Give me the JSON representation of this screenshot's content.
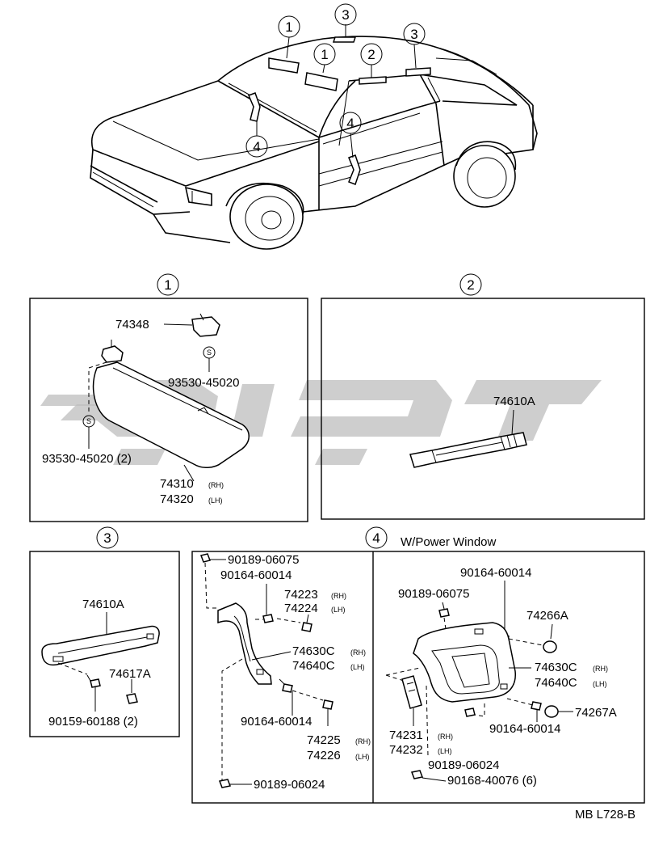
{
  "callouts": {
    "sun_visor": "1",
    "rear_assist_grip": "2",
    "front_assist_grip": "3",
    "door_armrest": "4"
  },
  "panel1": {
    "holder": "74348",
    "screw_top": "93530-45020",
    "screw_side": "93530-45020 (2)",
    "visor_rh": "74310",
    "visor_rh_side": "(RH)",
    "visor_lh": "74320",
    "visor_lh_side": "(LH)",
    "screw_symbol": "S"
  },
  "panel2": {
    "grip": "74610A"
  },
  "panel3": {
    "grip": "74610A",
    "cap": "74617A",
    "screw": "90159-60188 (2)"
  },
  "panel4": {
    "title": "W/Power Window",
    "left": {
      "screw_a": "90189-06075",
      "screw_b": "90164-60014",
      "nut_rh": "74223",
      "nut_rh_side": "(RH)",
      "nut_lh": "74224",
      "nut_lh_side": "(LH)",
      "armrest_rh": "74630C",
      "armrest_rh_side": "(RH)",
      "armrest_lh": "74640C",
      "armrest_lh_side": "(LH)",
      "screw_c": "90164-60014",
      "nut2_rh": "74225",
      "nut2_rh_side": "(RH)",
      "nut2_lh": "74226",
      "nut2_lh_side": "(LH)",
      "screw_d": "90189-06024"
    },
    "right": {
      "screw_a": "90164-60014",
      "screw_b": "90189-06075",
      "cap_a": "74266A",
      "armrest_rh": "74630C",
      "armrest_rh_side": "(RH)",
      "armrest_lh": "74640C",
      "armrest_lh_side": "(LH)",
      "cap_b": "74267A",
      "screw_c": "90164-60014",
      "plate_rh": "74231",
      "plate_rh_side": "(RH)",
      "plate_lh": "74232",
      "plate_lh_side": "(LH)",
      "screw_d": "90189-06024",
      "screw_e": "90168-40076 (6)"
    }
  },
  "figure_code": "MB L728-B"
}
